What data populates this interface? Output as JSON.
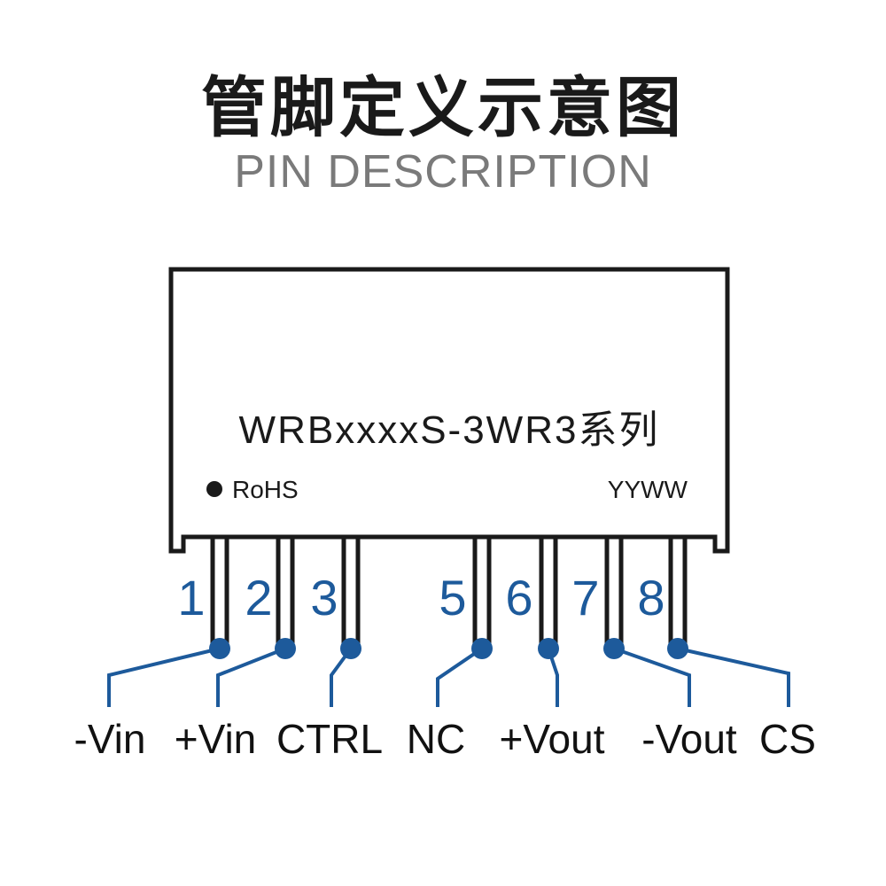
{
  "header": {
    "title_cn": "管脚定义示意图",
    "title_en": "PIN DESCRIPTION"
  },
  "module": {
    "model": "WRBxxxxS-3WR3系列",
    "rohs_label": "RoHS",
    "date_code": "YYWW"
  },
  "pins": [
    {
      "number": "1",
      "label": "-Vin"
    },
    {
      "number": "2",
      "label": "+Vin"
    },
    {
      "number": "3",
      "label": "CTRL"
    },
    {
      "number": "5",
      "label": "NC"
    },
    {
      "number": "6",
      "label": "+Vout"
    },
    {
      "number": "7",
      "label": "-Vout"
    },
    {
      "number": "8",
      "label": "CS"
    }
  ],
  "colors": {
    "accent": "#1d5a9b",
    "outline": "#1a1a1a",
    "subtitle": "#7a7a7a"
  }
}
